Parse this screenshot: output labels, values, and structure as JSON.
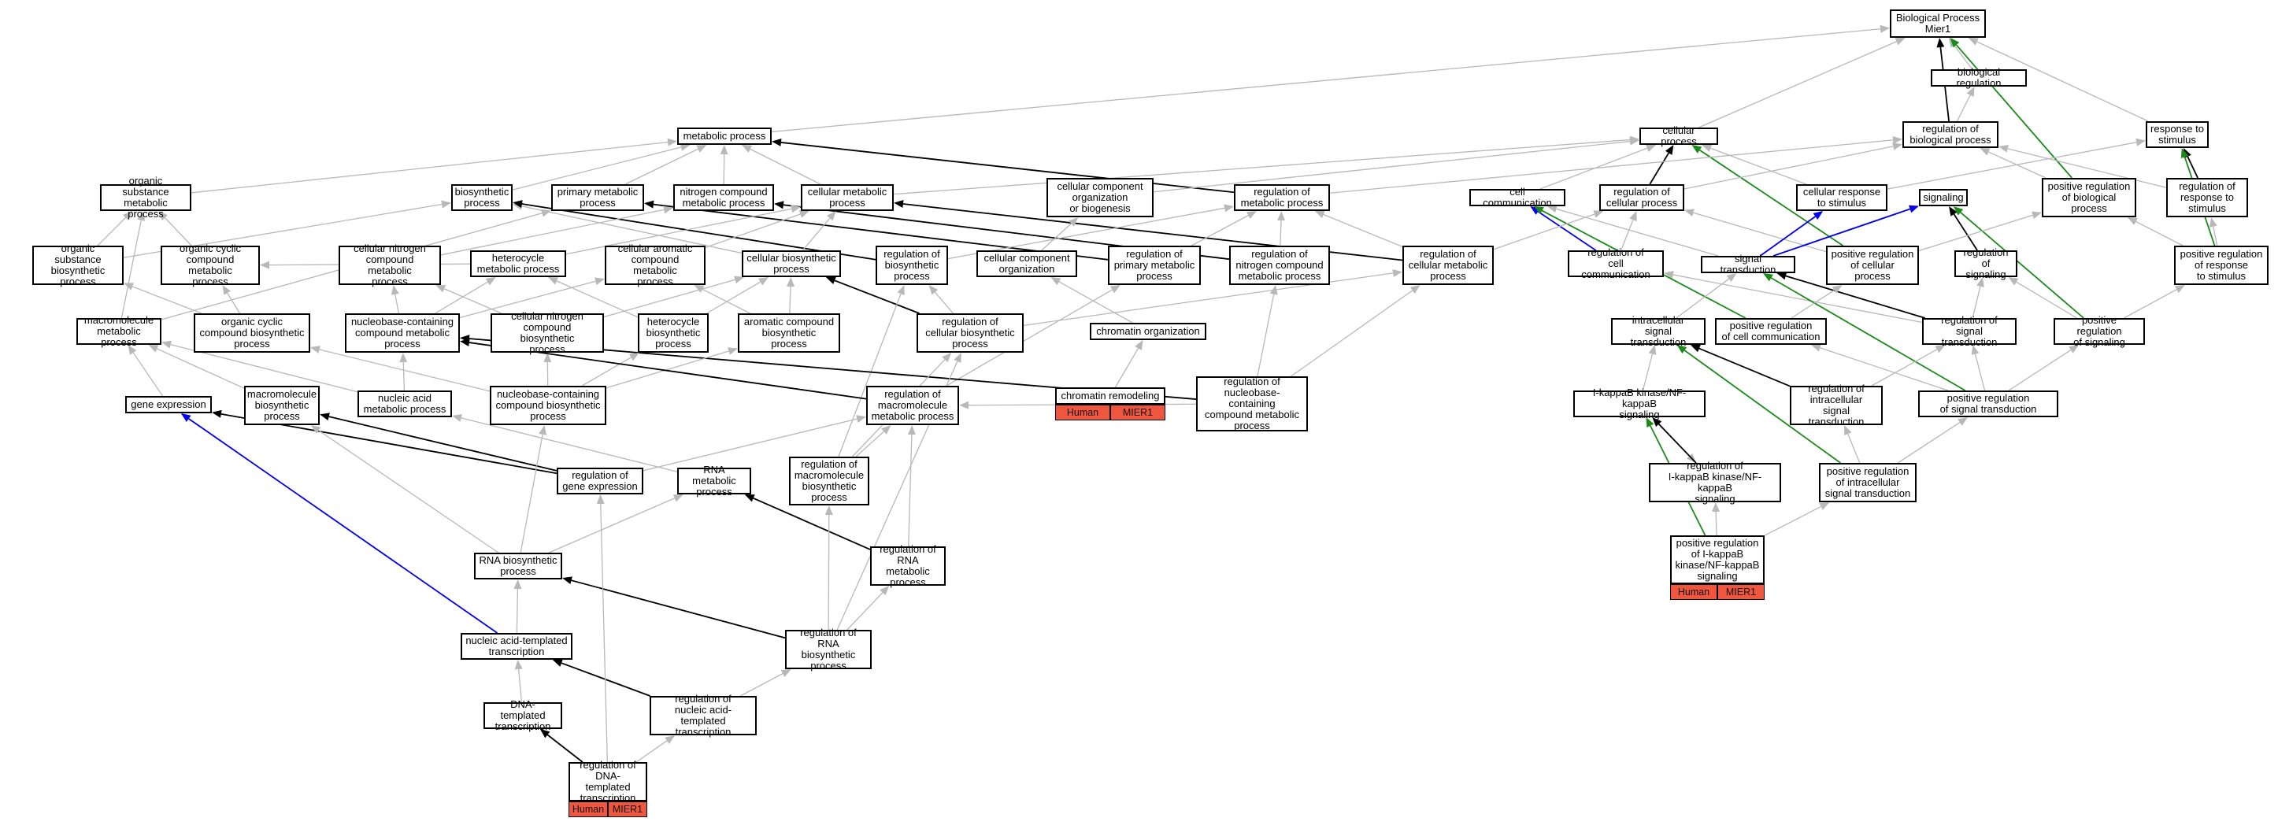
{
  "annotation": {
    "species": "Human",
    "gene": "MIER1"
  },
  "colors": {
    "is_a": "#b8b8b8",
    "regulates": "#000000",
    "positively_regulates": "#1a8a1a",
    "negatively_regulates": "#0000ee",
    "annotation_bg": "#f0563d"
  },
  "nodes": {
    "bp": "Biological Process\nMier1",
    "biological_regulation": "biological regulation",
    "cellular_process": "cellular process",
    "regulation_biological_process": "regulation of\nbiological process",
    "response_to_stimulus": "response to\nstimulus",
    "metabolic_process": "metabolic process",
    "organic_substance_metabolic": "organic substance\nmetabolic process",
    "biosynthetic_process": "biosynthetic\nprocess",
    "primary_metabolic": "primary metabolic\nprocess",
    "nitrogen_compound_metabolic": "nitrogen compound\nmetabolic process",
    "cellular_metabolic": "cellular metabolic\nprocess",
    "ccob": "cellular component\norganization\nor biogenesis",
    "regulation_metabolic": "regulation of\nmetabolic process",
    "cell_communication": "cell communication",
    "regulation_cellular_process": "regulation of\ncellular process",
    "cellular_response_stimulus": "cellular response\nto stimulus",
    "signaling": "signaling",
    "pos_reg_biological": "positive regulation\nof biological\nprocess",
    "regulation_response_stimulus": "regulation of\nresponse to\nstimulus",
    "organic_substance_biosynthetic": "organic substance\nbiosynthetic\nprocess",
    "organic_cyclic_metabolic": "organic cyclic\ncompound metabolic\nprocess",
    "cellular_nitrogen_metabolic": "cellular nitrogen\ncompound metabolic\nprocess",
    "heterocycle_metabolic": "heterocycle\nmetabolic process",
    "cellular_aromatic_metabolic": "cellular aromatic\ncompound metabolic\nprocess",
    "cellular_biosynthetic": "cellular biosynthetic\nprocess",
    "regulation_biosynthetic": "regulation of\nbiosynthetic\nprocess",
    "cc_organization": "cellular component\norganization",
    "regulation_primary_metabolic": "regulation of\nprimary metabolic\nprocess",
    "regulation_nitrogen_metabolic": "regulation of\nnitrogen compound\nmetabolic process",
    "regulation_cellular_metabolic": "regulation of\ncellular metabolic\nprocess",
    "regulation_cell_communication": "regulation of\ncell communication",
    "signal_transduction": "signal transduction",
    "pos_reg_cellular": "positive regulation\nof cellular\nprocess",
    "regulation_signaling": "regulation of\nsignaling",
    "pos_reg_response": "positive regulation\nof response\nto stimulus",
    "macromolecule_metabolic": "macromolecule\nmetabolic process",
    "organic_cyclic_biosynthetic": "organic cyclic\ncompound biosynthetic\nprocess",
    "nucleobase_metabolic": "nucleobase-containing\ncompound metabolic\nprocess",
    "cellular_nitrogen_biosynthetic": "cellular nitrogen\ncompound biosynthetic\nprocess",
    "heterocycle_biosynthetic": "heterocycle\nbiosynthetic\nprocess",
    "aromatic_biosynthetic": "aromatic compound\nbiosynthetic\nprocess",
    "regulation_cellular_biosynthetic": "regulation of\ncellular biosynthetic\nprocess",
    "chromatin_organization": "chromatin organization",
    "intracellular_signal": "intracellular\nsignal transduction",
    "pos_reg_cell_communication": "positive regulation\nof cell communication",
    "regulation_signal_transduction": "regulation of\nsignal transduction",
    "pos_reg_signaling": "positive regulation\nof signaling",
    "gene_expression": "gene expression",
    "macromolecule_biosynthetic": "macromolecule\nbiosynthetic\nprocess",
    "nucleic_acid_metabolic": "nucleic acid\nmetabolic process",
    "nucleobase_biosynthetic": "nucleobase-containing\ncompound biosynthetic\nprocess",
    "regulation_macromolecule_metabolic": "regulation of\nmacromolecule\nmetabolic process",
    "chromatin_remodeling": "chromatin remodeling",
    "regulation_nucleobase_metabolic": "regulation of\nnucleobase-containing\ncompound metabolic\nprocess",
    "ikappab_signaling": "I-kappaB kinase/NF-kappaB\nsignaling",
    "regulation_intracellular_signal": "regulation of\nintracellular\nsignal transduction",
    "pos_reg_signal_transduction": "positive regulation\nof signal transduction",
    "regulation_gene_expression": "regulation of\ngene expression",
    "rna_metabolic": "RNA metabolic\nprocess",
    "regulation_macromolecule_biosynthetic": "regulation of\nmacromolecule\nbiosynthetic\nprocess",
    "regulation_ikappab": "regulation of\nI-kappaB kinase/NF-kappaB\nsignaling",
    "pos_reg_intracellular_signal": "positive regulation\nof intracellular\nsignal transduction",
    "rna_biosynthetic": "RNA biosynthetic\nprocess",
    "regulation_rna_metabolic": "regulation of\nRNA metabolic\nprocess",
    "pos_reg_ikappab": "positive regulation\nof I-kappaB\nkinase/NF-kappaB\nsignaling",
    "nucleic_acid_templated_transcription": "nucleic acid-templated\ntranscription",
    "regulation_rna_biosynthetic": "regulation of\nRNA biosynthetic\nprocess",
    "dna_templated_transcription": "DNA-templated\ntranscription",
    "regulation_nucleic_acid_templated": "regulation of\nnucleic acid-templated\ntranscription",
    "regulation_dna_templated": "regulation of\nDNA-templated\ntranscription"
  }
}
